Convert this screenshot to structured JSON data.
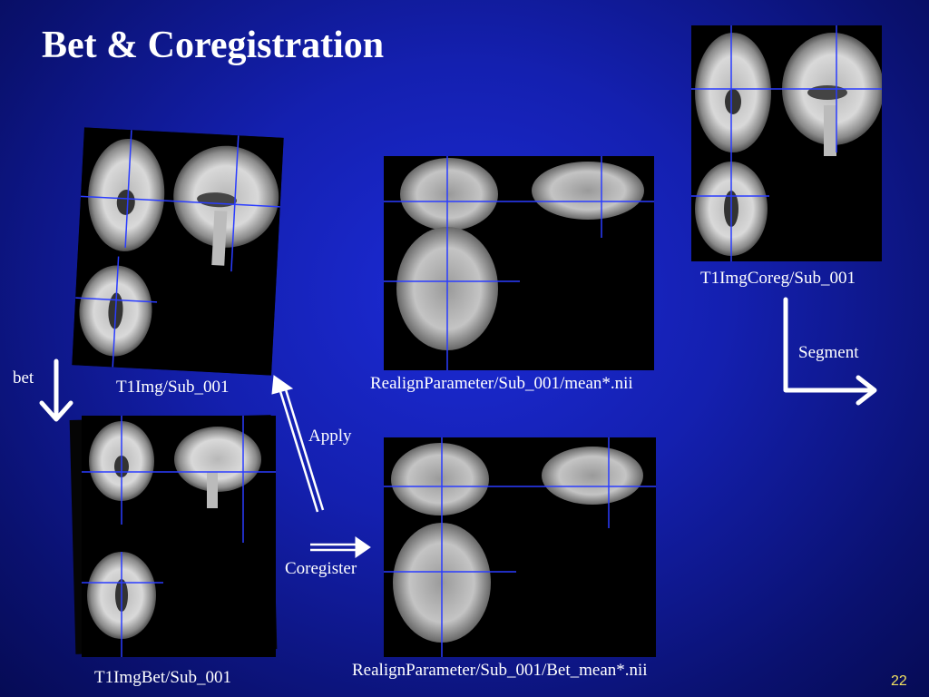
{
  "slide": {
    "title": "Bet & Coregistration",
    "page_number": "22",
    "colors": {
      "background": "#1420b0",
      "text": "#ffffff",
      "page_number": "#f0e060",
      "crosshair": "#2a3cff"
    }
  },
  "images": {
    "t1img": {
      "label": "T1Img/Sub_001"
    },
    "t1imgbet": {
      "label": "T1ImgBet/Sub_001"
    },
    "mean": {
      "label": "RealignParameter/Sub_001/mean*.nii"
    },
    "bet_mean": {
      "label": "RealignParameter/Sub_001/Bet_mean*.nii"
    },
    "t1imgcoreg": {
      "label": "T1ImgCoreg/Sub_001"
    }
  },
  "steps": {
    "bet": "bet",
    "apply": "Apply",
    "coregister": "Coregister",
    "segment": "Segment"
  }
}
